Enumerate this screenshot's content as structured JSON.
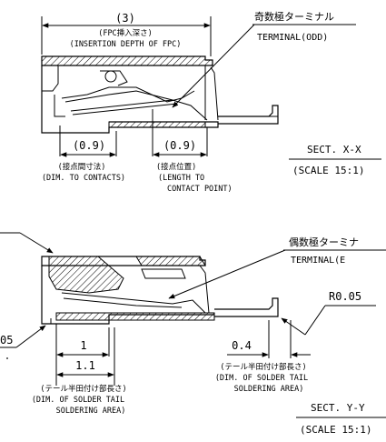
{
  "section_xx": {
    "dim_total": "(3)",
    "insertion_depth_jp": "(FPC挿入深さ)",
    "insertion_depth_en": "(INSERTION DEPTH OF FPC)",
    "terminal_odd_jp": "奇数極ターミナル",
    "terminal_odd_en": "TERMINAL(ODD)",
    "dim_contacts_value": "(0.9)",
    "dim_contact_point_value": "(0.9)",
    "contacts_jp": "(接点間寸法)",
    "contacts_en": "(DIM. TO CONTACTS)",
    "contact_point_jp": "(接点位置)",
    "contact_point_en_1": "(LENGTH TO",
    "contact_point_en_2": "CONTACT POINT)",
    "sect_title": "SECT. X-X",
    "sect_scale": "(SCALE 15:1)"
  },
  "section_yy": {
    "terminal_even_jp": "偶数極ターミナ",
    "terminal_even_en": "TERMINAL(E",
    "r_value": "R0.05",
    "left_cut_value": "05",
    "dim_1": "1",
    "dim_1_1": "1.1",
    "dim_0_4": "0.4",
    "solder_left_jp": "(テール半田付け部長さ)",
    "solder_left_en_1": "(DIM. OF SOLDER TAIL",
    "solder_left_en_2": "SOLDERING AREA)",
    "solder_right_jp": "(テール半田付け部長さ)",
    "solder_right_en_1": "(DIM. OF SOLDER TAIL",
    "solder_right_en_2": "SOLDERING AREA)",
    "sect_title": "SECT. Y-Y",
    "sect_scale": "(SCALE 15:1)"
  }
}
